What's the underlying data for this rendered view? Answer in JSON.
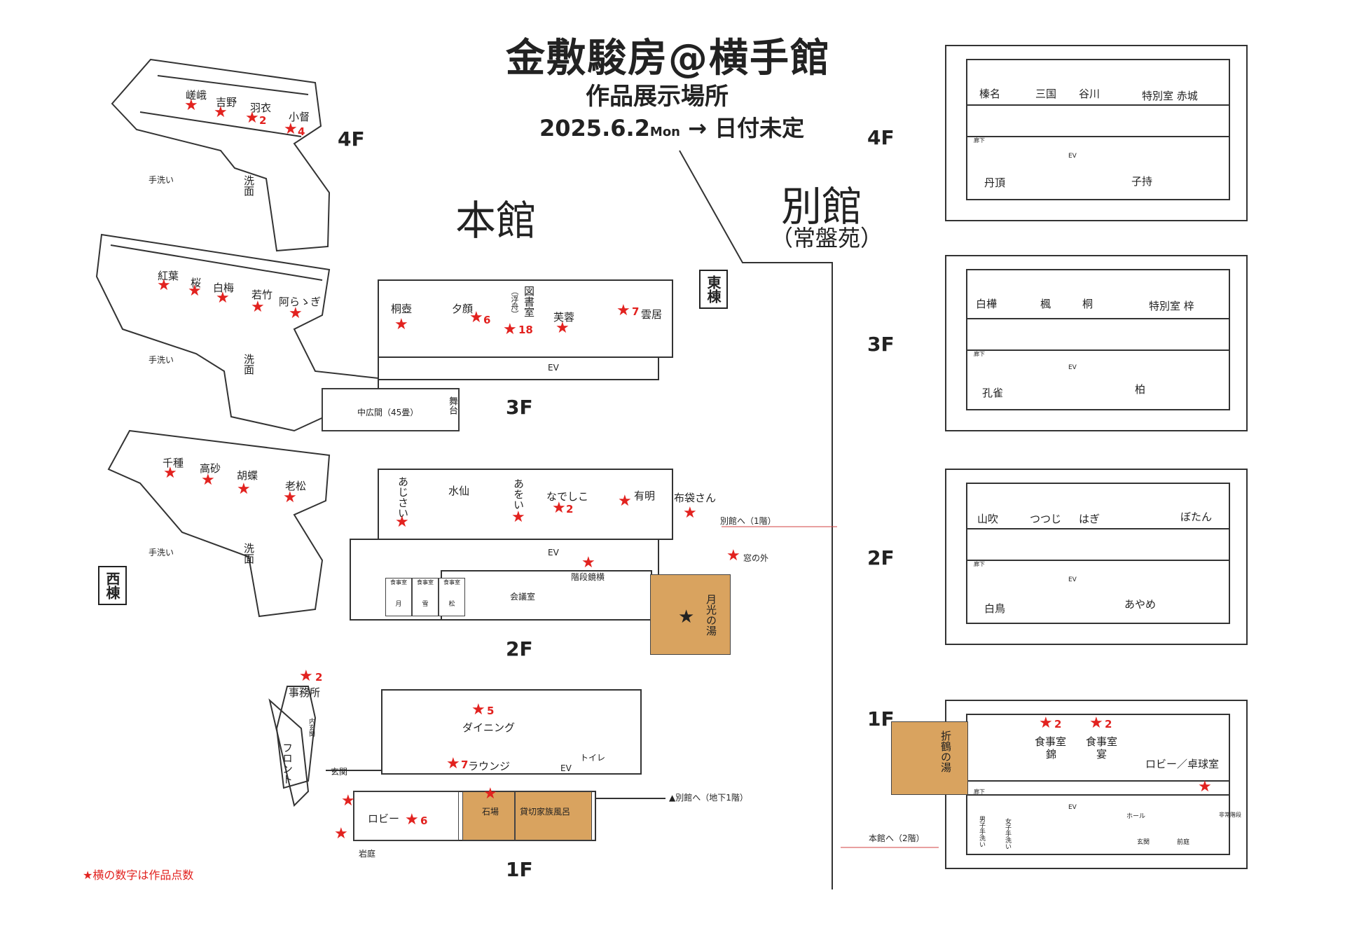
{
  "title": {
    "line1": "金敷駿房@横手館",
    "line2": "作品展示場所",
    "date": "2025.6.2",
    "day": "Mon",
    "arrow": "→ 日付未定"
  },
  "buildings": {
    "main": "本館",
    "annex": "別館",
    "annex_sub": "（常盤苑）",
    "east_wing": "東棟",
    "west_wing": "西棟"
  },
  "floors": {
    "f4": "4F",
    "f3": "3F",
    "f2": "2F",
    "f1": "1F"
  },
  "main_4f": {
    "rooms": [
      "嵯峨",
      "吉野",
      "羽衣",
      "小督"
    ],
    "counts": {
      "hagoromo": "2",
      "kogou": "4"
    },
    "handwash": "手洗い",
    "sink": "洗面"
  },
  "main_3f": {
    "west_rooms": [
      "紅葉",
      "桜",
      "白梅",
      "若竹",
      "阿らゝぎ"
    ],
    "east_rooms": [
      "桐壺",
      "夕顔",
      "図書室",
      "（浮舟）",
      "芙蓉",
      "雲居"
    ],
    "counts": {
      "yugao": "6",
      "library": "18",
      "kumoi": "7"
    },
    "ev": "EV",
    "hall": "中広間（45畳）",
    "stage": "舞台",
    "handwash": "手洗い",
    "sink": "洗面"
  },
  "main_2f": {
    "west_rooms": [
      "千種",
      "高砂",
      "胡蝶",
      "老松"
    ],
    "east_rooms": [
      "あじさい",
      "水仙",
      "あをい",
      "なでしこ",
      "有明",
      "布袋さん"
    ],
    "counts": {
      "nadeshiko": "2"
    },
    "to_annex": "別館へ（1階）",
    "window": "窓の外",
    "stairs_mirror": "階段鏡横",
    "ev": "EV",
    "dining": [
      {
        "top": "食事室",
        "name": "月"
      },
      {
        "top": "食事室",
        "name": "雪"
      },
      {
        "top": "食事室",
        "name": "松"
      }
    ],
    "meeting": "会議室",
    "moonbath": "月光の湯",
    "handwash": "手洗い",
    "sink": "洗面"
  },
  "main_1f": {
    "office": "事務所",
    "office_count": "2",
    "front": "フロント",
    "entrance": "玄関",
    "dining": "ダイニング",
    "dining_count": "5",
    "lounge": "ラウンジ",
    "lounge_count": "7",
    "ev": "EV",
    "toilet": "トイレ",
    "lobby": "ロビー",
    "lobby_count": "6",
    "stonebath": "石場",
    "familybath": "貸切家族風呂",
    "to_annex": "▲別館へ（地下1階）",
    "rockgarden": "岩庭",
    "inner": "内玄関"
  },
  "annex_4f": {
    "rooms": [
      "榛名",
      "三国",
      "谷川",
      "特別室 赤城",
      "丹頂",
      "子持"
    ],
    "corridor": "廊下",
    "ev": "EV"
  },
  "annex_3f": {
    "rooms": [
      "白樺",
      "楓",
      "桐",
      "特別室 梓",
      "孔雀",
      "柏"
    ],
    "corridor": "廊下",
    "ev": "EV"
  },
  "annex_2f": {
    "rooms": [
      "山吹",
      "つつじ",
      "はぎ",
      "ぼたん",
      "白鳥",
      "あやめ"
    ],
    "corridor": "廊下",
    "ev": "EV"
  },
  "annex_1f": {
    "origami_bath": "折鶴の湯",
    "dining1_top": "食事室",
    "dining1": "錦",
    "dining1_count": "2",
    "dining2_top": "食事室",
    "dining2": "宴",
    "dining2_count": "2",
    "lobby": "ロビー／卓球室",
    "hall": "ホール",
    "entrance": "玄関",
    "front": "前庭",
    "emergency": "非常階段",
    "men": "男子手洗い",
    "women": "女子手洗い",
    "to_main": "本館へ（2階）",
    "corridor": "廊下",
    "ev": "EV"
  },
  "legend": "★横の数字は作品点数",
  "colors": {
    "star": "#e2221f",
    "bath": "#d9a35f"
  }
}
